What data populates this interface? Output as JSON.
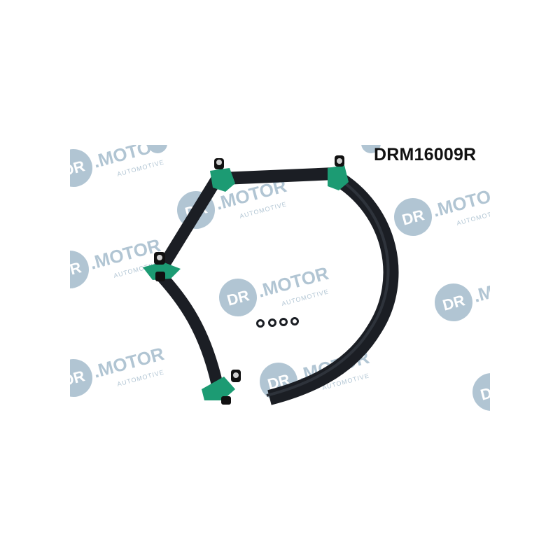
{
  "product": {
    "part_code": "DRM16009R"
  },
  "watermark": {
    "brand_text": "DR.MOTOR",
    "sub_text": "AUTOMOTIVE",
    "color": "#9fb7c9"
  },
  "colors": {
    "hose": "#1b1e24",
    "connector": "#1c9b73",
    "connector_dark": "#0f6b4e",
    "background": "#ffffff"
  },
  "icons": [
    "dr-motor-watermark-logo",
    "return-hose-assembly",
    "o-ring-seals"
  ]
}
